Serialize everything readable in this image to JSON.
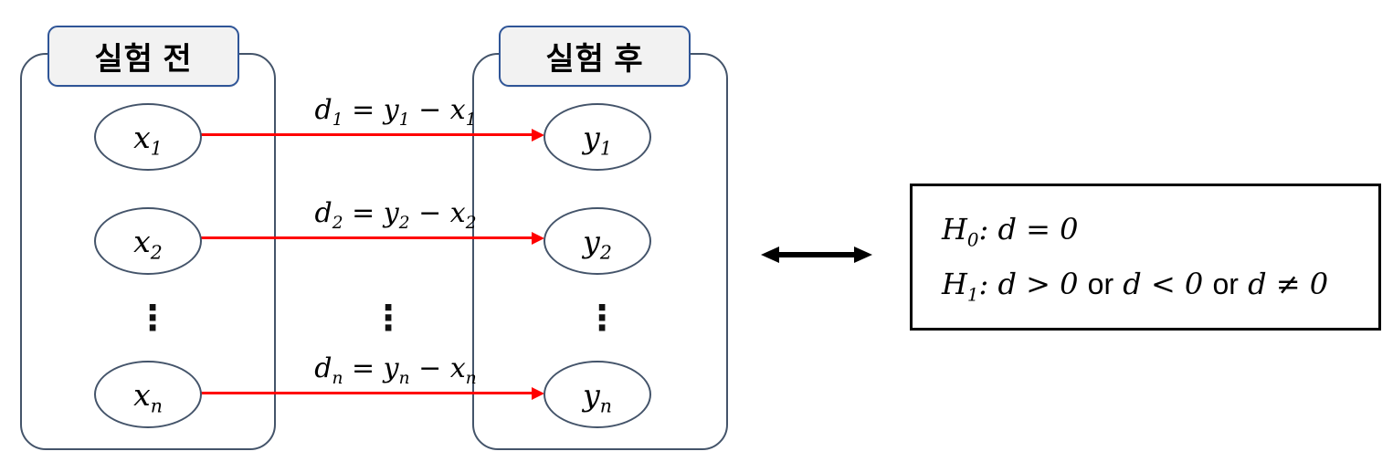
{
  "diagram": {
    "before_panel": {
      "title": "실험 전",
      "nodes": [
        "x_1",
        "x_2",
        "x_n"
      ]
    },
    "after_panel": {
      "title": "실험 후",
      "nodes": [
        "y_1",
        "y_2",
        "y_n"
      ]
    },
    "vertical_ellipsis": "⋮",
    "arrow_labels": [
      "d_1 = y_1 − x_1",
      "d_2 = y_2 − x_2",
      "d_n = y_n − x_n"
    ],
    "hypothesis_box": {
      "h0": "H_0: d = 0",
      "h1": "H_1: d > 0 [or] d < 0 [or] d ≠ 0"
    },
    "colors": {
      "panel_border": "#44546a",
      "badge_border": "#2f5597",
      "badge_bg": "#f2f2f2",
      "arrow": "#ff0000",
      "hypothesis_border": "#000000"
    }
  }
}
